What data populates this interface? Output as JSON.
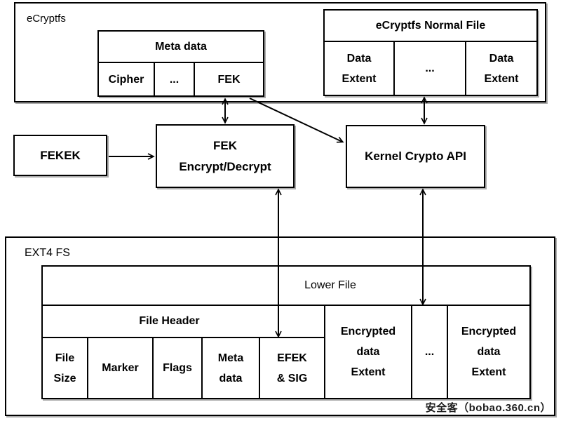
{
  "ecryptfs": {
    "label": "eCryptfs",
    "meta_table": {
      "header": "Meta data",
      "cells": [
        "Cipher",
        "...",
        "FEK"
      ]
    },
    "normal_file": {
      "header": "eCryptfs Normal File",
      "cells": [
        "Data\nExtent",
        "...",
        "Data\nExtent"
      ]
    }
  },
  "middle": {
    "fekek": "FEKEK",
    "fek_encrypt_decrypt": "FEK\nEncrypt/Decrypt",
    "kernel_crypto_api": "Kernel Crypto API"
  },
  "ext4": {
    "label": "EXT4 FS",
    "lower_file": {
      "title": "Lower File",
      "file_header": {
        "title": "File Header",
        "cells": [
          "File\nSize",
          "Marker",
          "Flags",
          "Meta\ndata",
          "EFEK\n& SIG"
        ]
      },
      "data_cells": [
        "Encrypted\ndata\nExtent",
        "...",
        "Encrypted\ndata\nExtent"
      ]
    }
  },
  "watermark": "安全客（bobao.360.cn）",
  "colors": {
    "line": "#000000",
    "background": "#ffffff",
    "shadow": "#ababab",
    "watermark_text": "#1c1c1c"
  }
}
